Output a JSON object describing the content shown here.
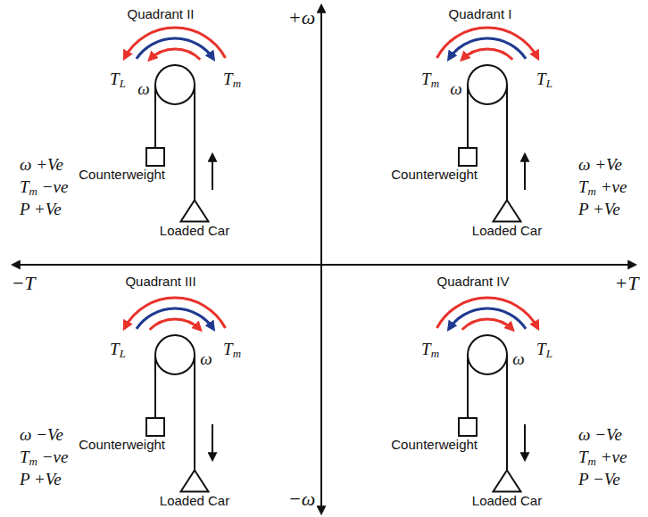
{
  "diagram": {
    "nodes": [
      {
        "text": [
          "Counterweight"
        ]
      },
      {
        "text": [
          "Loaded Car"
        ]
      },
      {
        "text": [
          "Counterweight"
        ]
      },
      {
        "text": [
          "Loaded Car"
        ]
      },
      {
        "text": [
          "Counterweight"
        ]
      },
      {
        "text": [
          "Loaded Car"
        ]
      },
      {
        "text": [
          "Counterweight"
        ]
      },
      {
        "text": [
          "Loaded Car"
        ]
      }
    ],
    "labels": [
      "Quadrant II",
      "Quadrant I",
      "+ω",
      "−T",
      "+T",
      "Quadrant III",
      "Quadrant IV",
      "−ω",
      "TL",
      "Tm",
      "ω",
      "ω +Ve",
      "Tm −ve",
      "P +Ve",
      "TL",
      "Tm",
      "ω",
      "ω +Ve",
      "Tm +ve",
      "P +Ve",
      "TL",
      "Tm",
      "ω",
      "ω −Ve",
      "Tm −ve",
      "P +Ve",
      "TL",
      "Tm",
      "ω",
      "ω −Ve",
      "Tm +ve",
      "P −Ve"
    ]
  }
}
